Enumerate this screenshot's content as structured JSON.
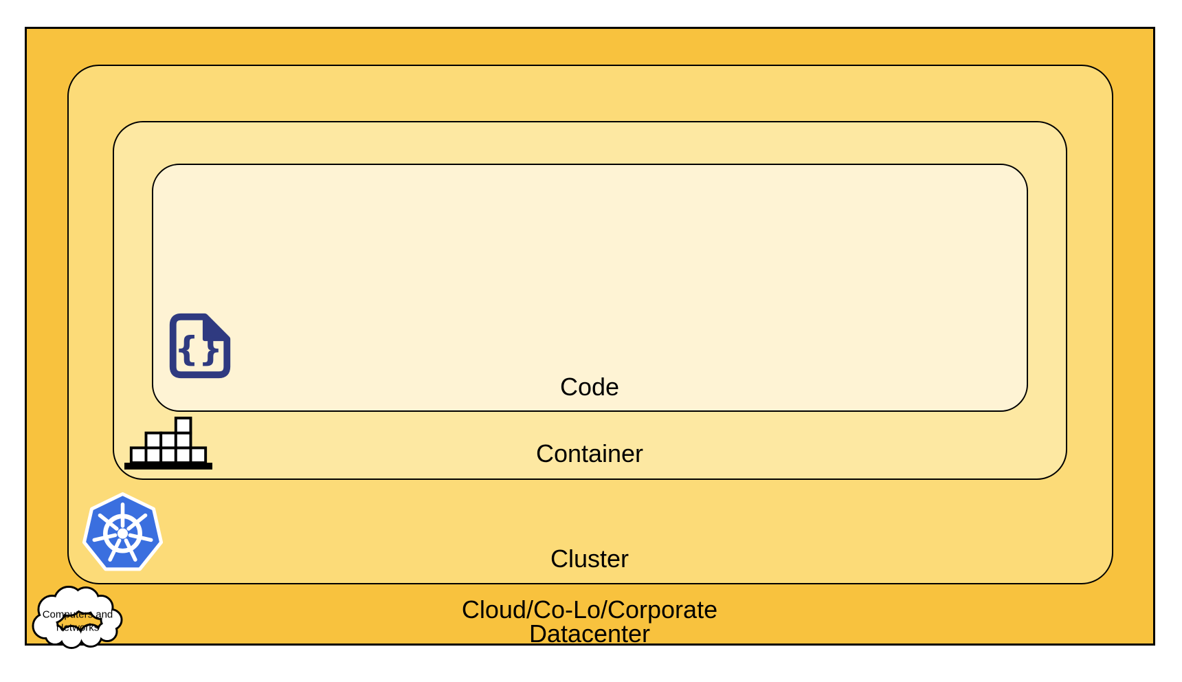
{
  "diagram": {
    "description": "Nested layers diagram of a Kubernetes deployment stack",
    "layers": {
      "code": {
        "label": "Code",
        "fill": "#FEF3D4"
      },
      "container": {
        "label": "Container",
        "fill": "#FDE8A2"
      },
      "cluster": {
        "label": "Cluster",
        "fill": "#FCDB78"
      },
      "datacenter": {
        "label_line1": "Cloud/Co-Lo/Corporate",
        "label_line2": "Datacenter",
        "fill": "#F8C23E"
      }
    },
    "icons": {
      "code_file": {
        "glyph": "{}",
        "color": "#2F3A80"
      },
      "kubernetes": {
        "color": "#3A6FDF"
      },
      "cloud": {
        "line1": "Computers and",
        "line2": "Networks"
      }
    },
    "colors": {
      "border": "#000000",
      "page_background": "#FFFFFF",
      "container_box_fill": "#FFFFFF",
      "kubernetes_blue": "#3A6FDF",
      "code_icon_indigo": "#2F3A80"
    }
  }
}
